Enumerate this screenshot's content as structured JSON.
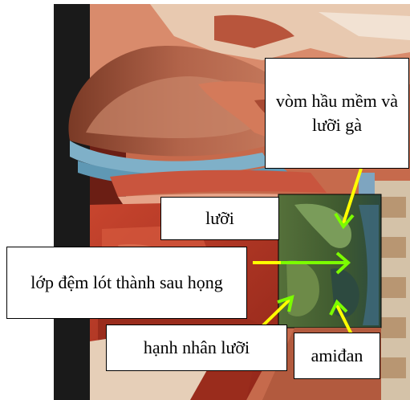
{
  "labels": {
    "soft_palate_uvula": "vòm hầu mềm và lưỡi gà",
    "tongue": "lưỡi",
    "posterior_pharyngeal_lining": "lớp đệm lót thành sau họng",
    "lingual_tonsil": "hạnh nhân lưỡi",
    "tonsil": "amiđan"
  },
  "colors": {
    "yellow_arrow": "#ffff00",
    "green_arrow": "#7cfc00",
    "highlight_box": "#5a7a3a"
  }
}
